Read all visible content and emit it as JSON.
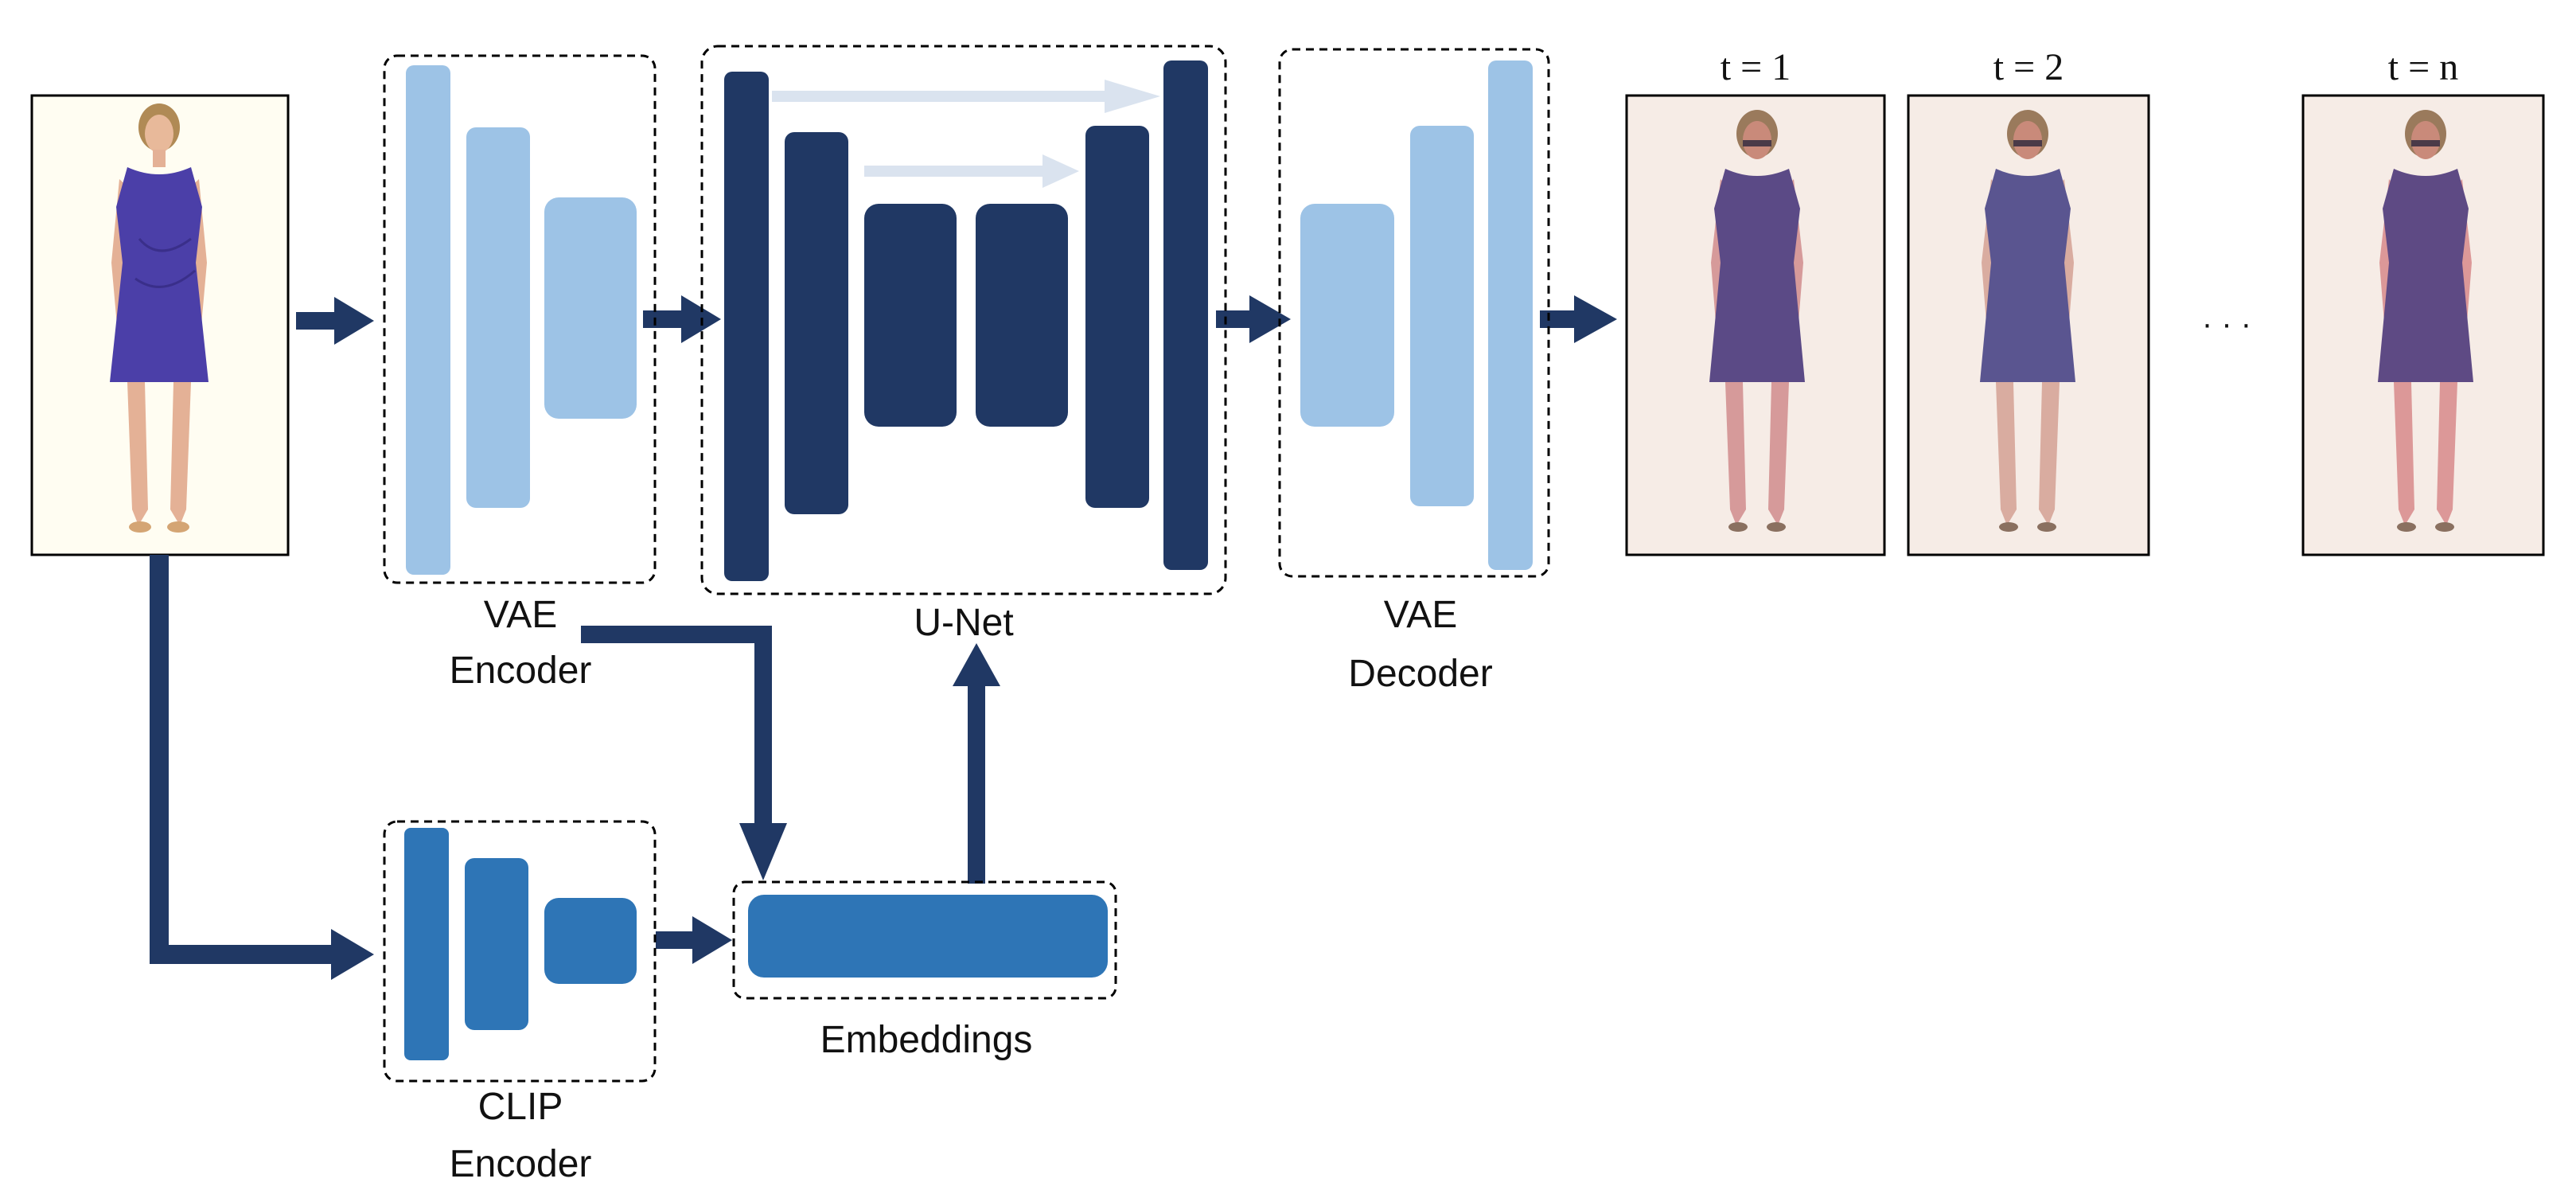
{
  "labels": {
    "vae_encoder_line1": "VAE",
    "vae_encoder_line2": "Encoder",
    "unet": "U-Net",
    "vae_decoder_line1": "VAE",
    "vae_decoder_line2": "Decoder",
    "clip_encoder_line1": "CLIP",
    "clip_encoder_line2": "Encoder",
    "embeddings": "Embeddings"
  },
  "frames": [
    {
      "label": "t = 1"
    },
    {
      "label": "t = 2"
    },
    {
      "label": "t = n"
    }
  ],
  "ellipsis": "· · ·",
  "colors": {
    "light_block": "#9dc3e6",
    "dark_block": "#203864",
    "mid_block": "#2e75b6",
    "arrow": "#203864",
    "skip_arrow": "#dae3ef",
    "dress": "#4b3fa8",
    "dress_generated": "#5b4a86"
  }
}
